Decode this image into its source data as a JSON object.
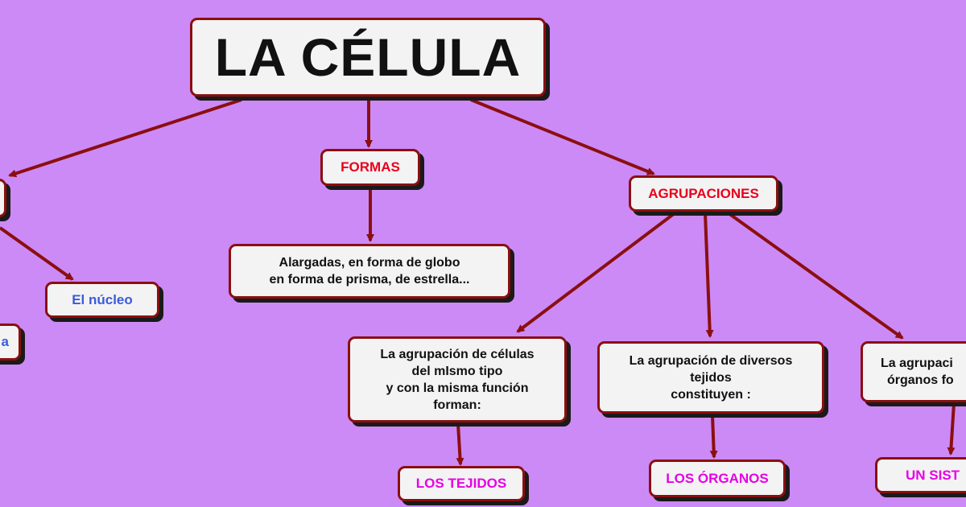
{
  "diagram": {
    "title": "LA CÉLULA",
    "formas": {
      "label": "FORMAS",
      "description_lines": [
        "Alargadas, en forma de globo",
        "en forma de prisma, de estrella..."
      ]
    },
    "agrupaciones": {
      "label": "AGRUPACIONES",
      "tejidos_text_lines": [
        "La agrupación de células",
        "del mIsmo tipo",
        "y con la misma función",
        "forman:"
      ],
      "tejidos_result": "LOS TEJIDOS",
      "organos_text_lines": [
        "La agrupación de diversos",
        "tejidos",
        "constituyen :"
      ],
      "organos_result": "LOS ÓRGANOS",
      "sistemas_text_lines": [
        "La agrupaci",
        "órganos fo"
      ],
      "sistemas_result": "UN SIST"
    },
    "partes": {
      "nucleo": "El núcleo",
      "partial_label": "a"
    }
  },
  "colors": {
    "background": "#cc8af7",
    "node_fill": "#f3f3f3",
    "node_border": "#8b0f0f",
    "arrow": "#8b0f0f",
    "category_text": "#e8001c",
    "blue_text": "#3b5bdb",
    "pink_text": "#e600e6"
  }
}
